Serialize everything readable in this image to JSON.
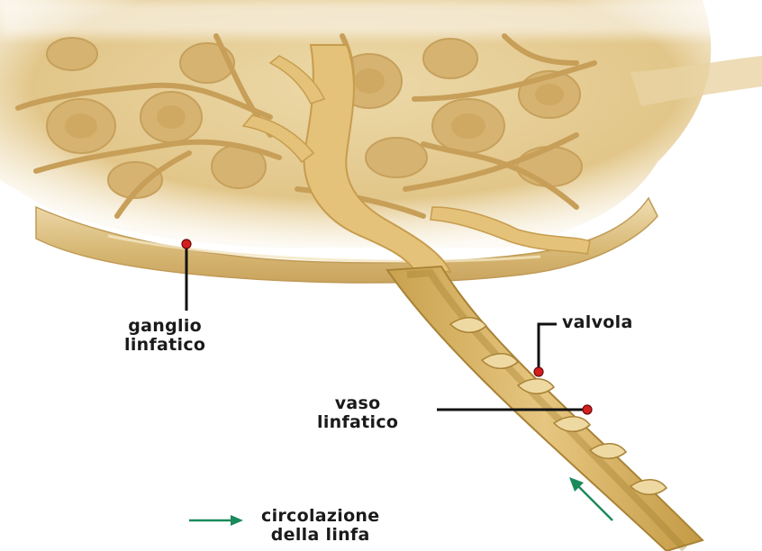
{
  "labels": {
    "lymph_node": [
      "ganglio",
      "linfatico"
    ],
    "valve": "valvola",
    "lymph_vessel": [
      "vaso",
      "linfatico"
    ],
    "legend": [
      "circolazione",
      "della linfa"
    ]
  },
  "colors": {
    "tissue": "#e7d09c",
    "tissue_dark": "#b79655",
    "nodule": "#d4b06c",
    "capsule": "#d9bb78",
    "vessel": "#d9b061",
    "vessel_inner": "#a8822e",
    "marker": "#d41f1f",
    "leader": "#111111",
    "arrow": "#1a8a5a"
  },
  "icons": [
    "flow-arrow-icon",
    "legend-arrow-icon"
  ]
}
